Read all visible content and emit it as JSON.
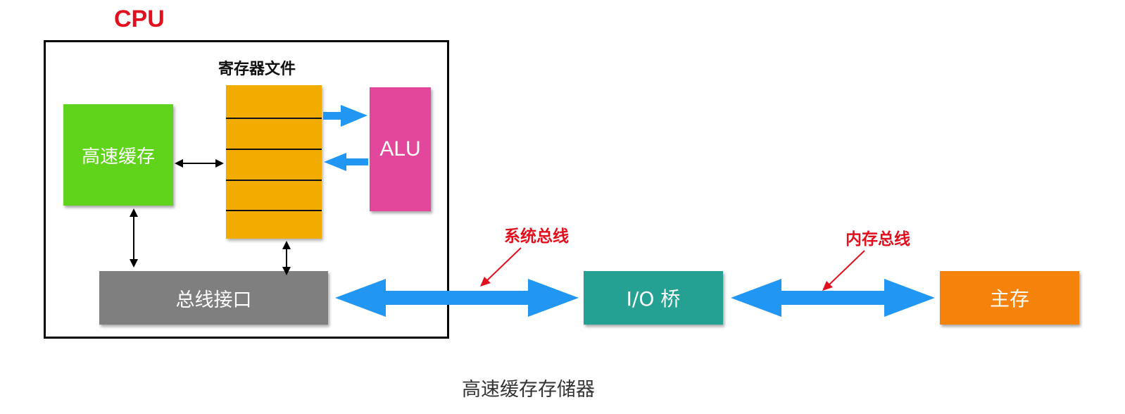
{
  "cpu": {
    "title": "CPU"
  },
  "register_file": {
    "title": "寄存器文件"
  },
  "cache": {
    "label": "高速缓存"
  },
  "alu": {
    "label": "ALU"
  },
  "bus_interface": {
    "label": "总线接口"
  },
  "io_bridge": {
    "label": "I/O 桥"
  },
  "main_memory": {
    "label": "主存"
  },
  "system_bus": {
    "label": "系统总线"
  },
  "memory_bus": {
    "label": "内存总线"
  },
  "caption": "高速缓存存储器",
  "colors": {
    "accent_red": "#e0101e",
    "bus_blue": "#2196f3",
    "cache_green": "#5fd41a",
    "register_orange": "#f2ac00",
    "alu_pink": "#e2479c",
    "bus_interface_gray": "#7f7f7f",
    "io_teal": "#25a193",
    "memory_orange": "#f5820a"
  }
}
